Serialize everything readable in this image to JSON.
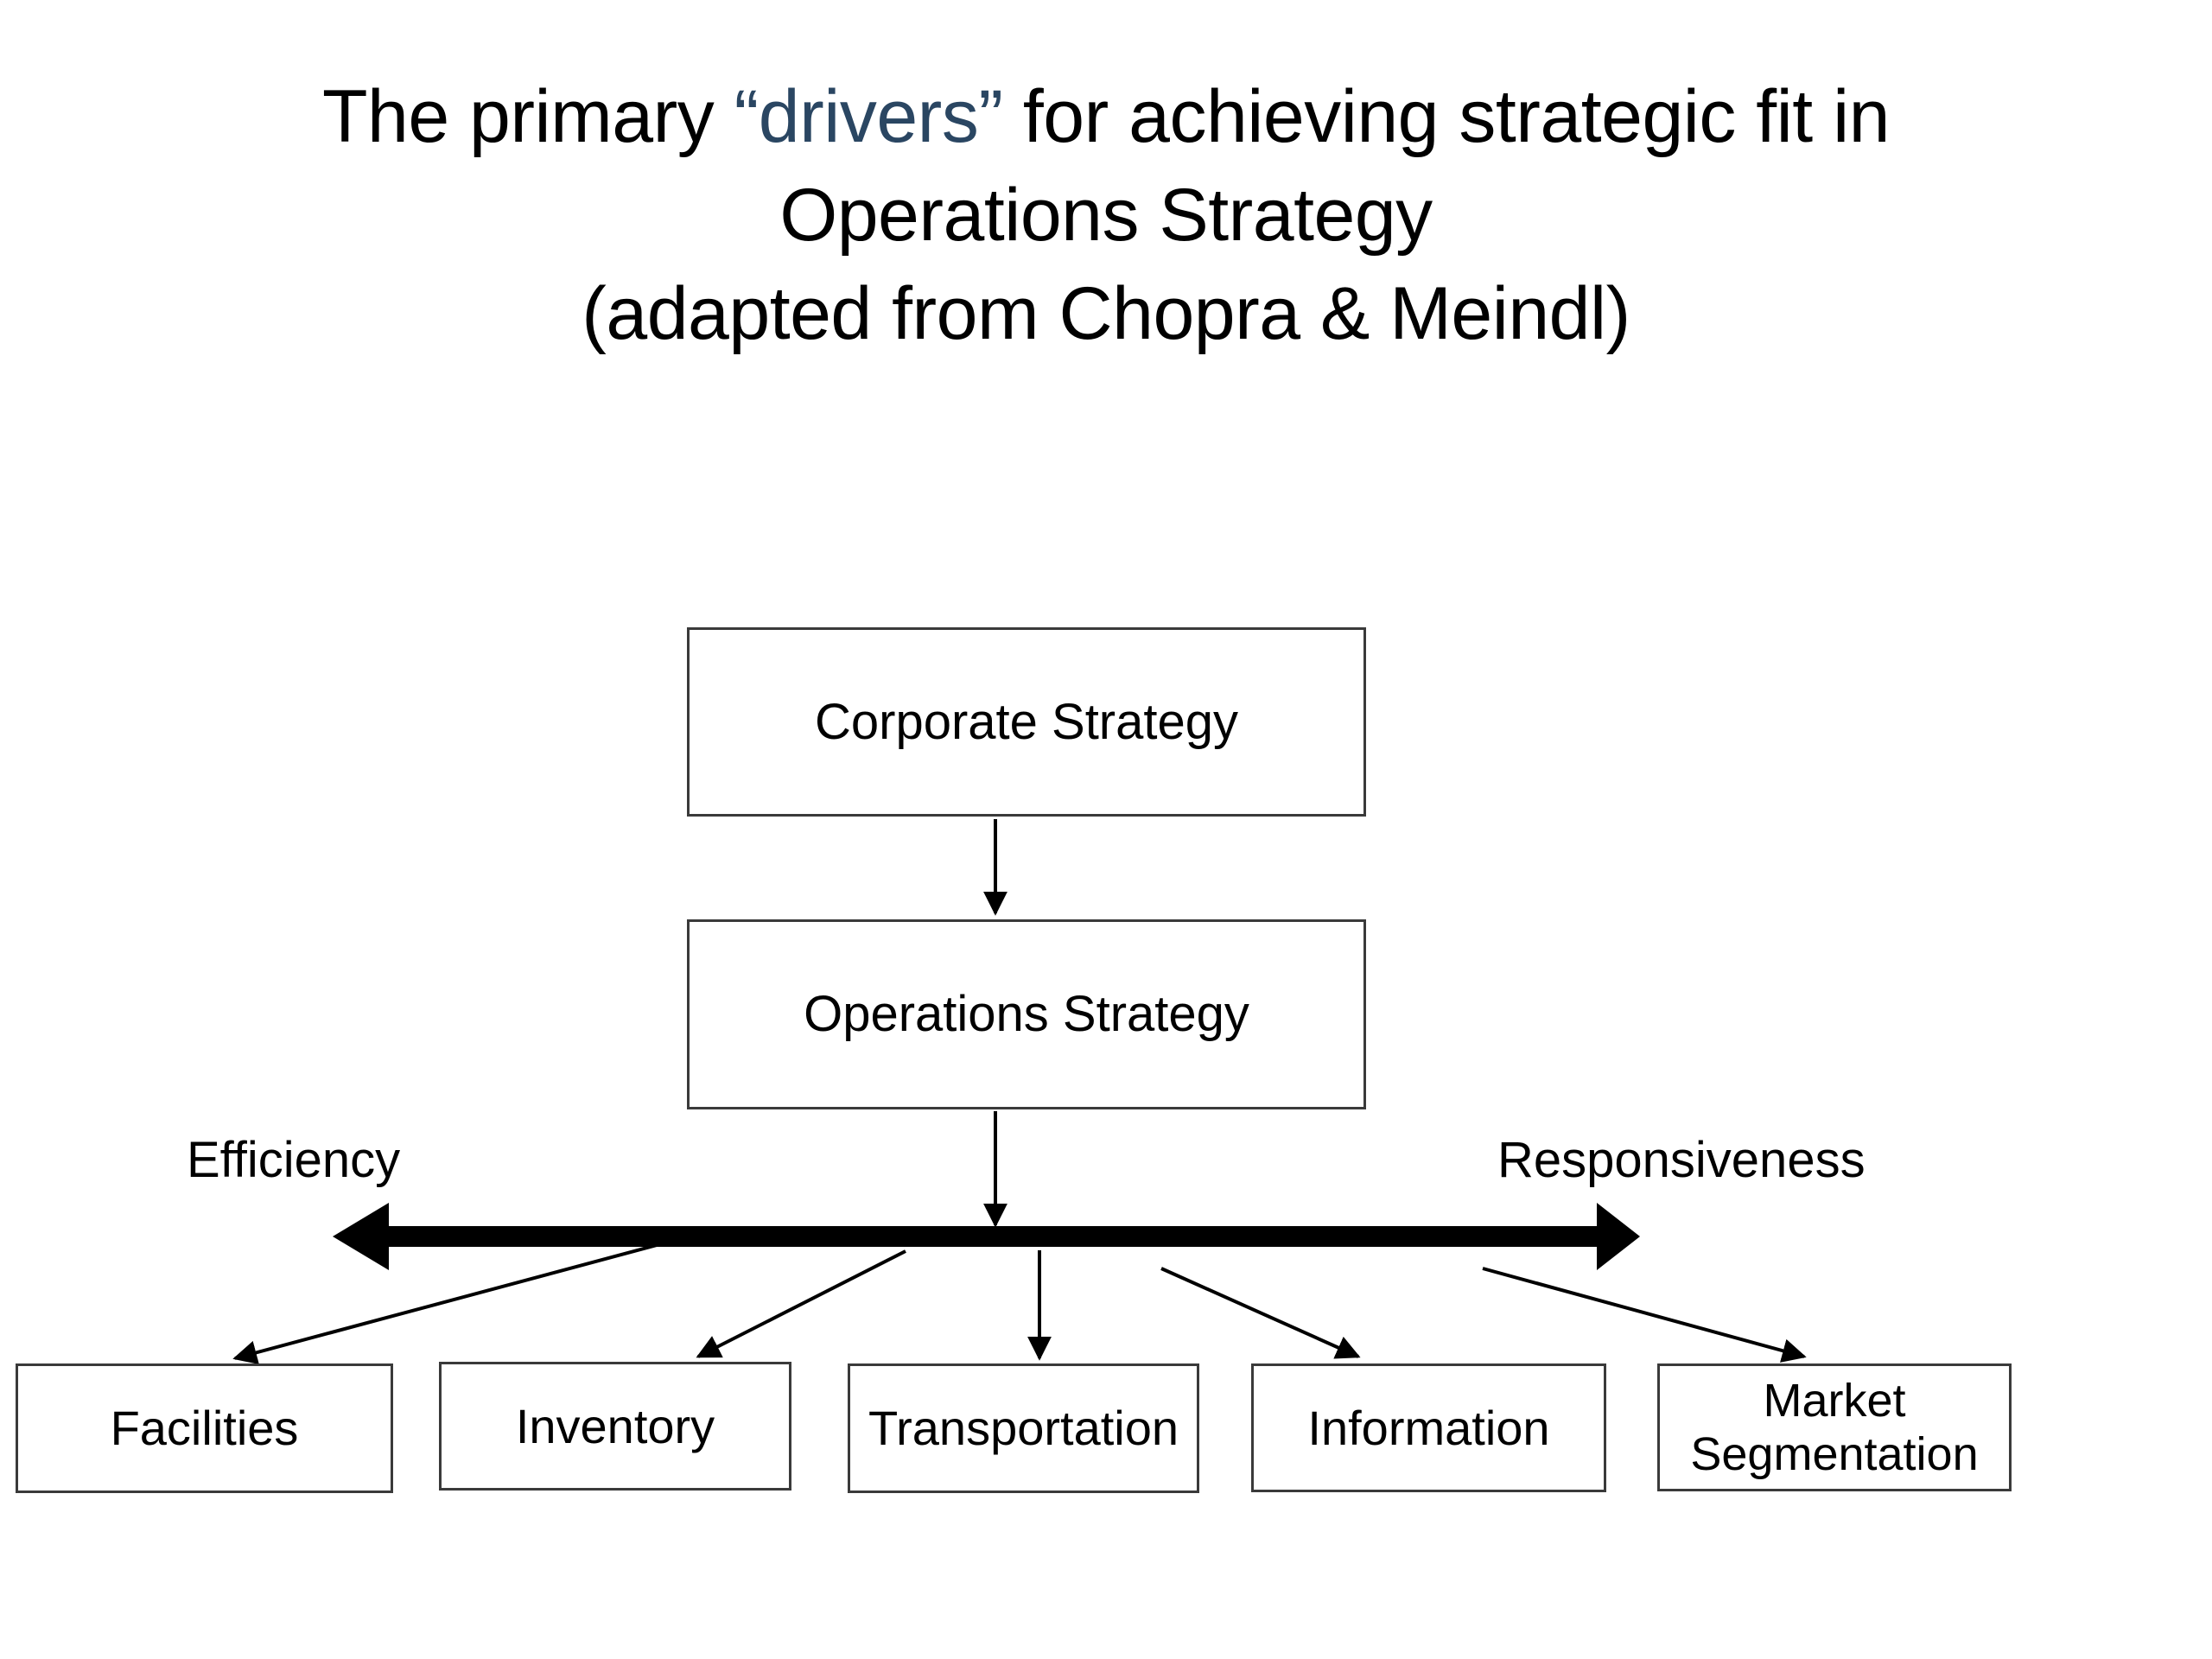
{
  "title": {
    "line1_pre": "The primary ",
    "line1_accent": "“drivers”",
    "line1_post": " for achieving strategic fit in",
    "line2": "Operations Strategy",
    "line3": "(adapted from Chopra & Meindl)",
    "accent_color": "#2a4662",
    "text_color": "#000000"
  },
  "diagram": {
    "type": "flow-diagram",
    "background": "#ffffff",
    "box_border_color": "#3a3a3a",
    "connector_color": "#000000",
    "spectrum_arrow_color": "#000000",
    "nodes": {
      "corporate_strategy": "Corporate Strategy",
      "operations_strategy": "Operations Strategy"
    },
    "spectrum": {
      "left_label": "Efficiency",
      "right_label": "Responsiveness",
      "arrow_style": "double-headed"
    },
    "drivers": [
      {
        "id": "facilities",
        "label": "Facilities"
      },
      {
        "id": "inventory",
        "label": "Inventory"
      },
      {
        "id": "transportation",
        "label": "Transportation"
      },
      {
        "id": "information",
        "label": "Information"
      },
      {
        "id": "market-segmentation",
        "label_line1": "Market",
        "label_line2": "Segmentation"
      }
    ]
  }
}
